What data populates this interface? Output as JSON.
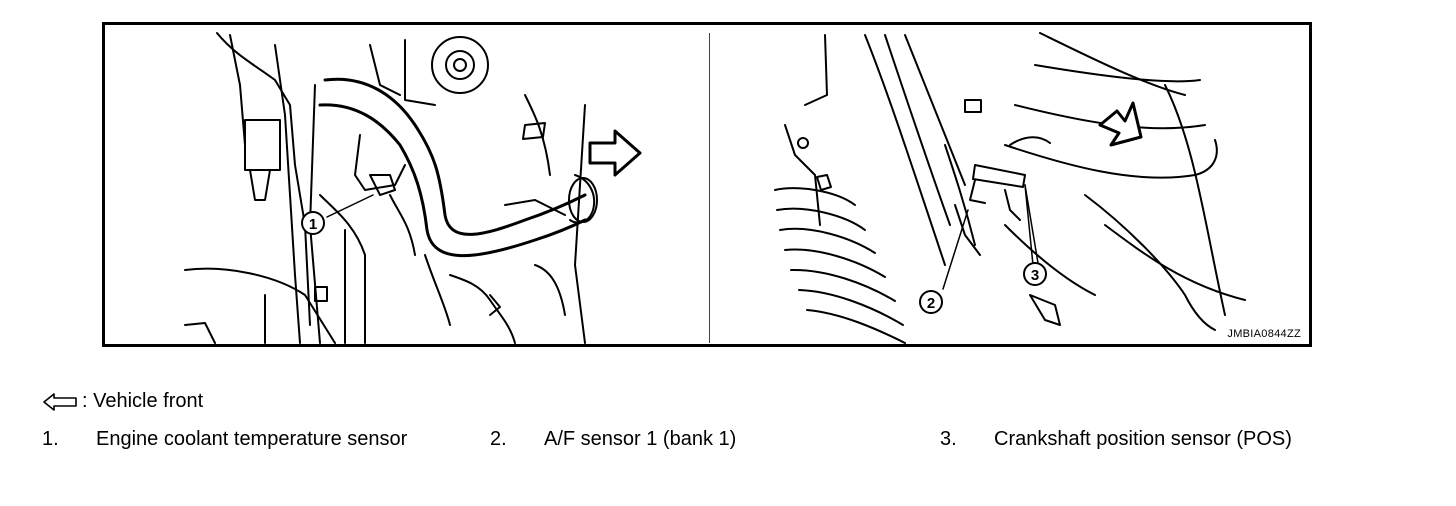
{
  "figure": {
    "id": "JMBIA0844ZZ",
    "callouts": [
      "1",
      "2",
      "3"
    ]
  },
  "legend": {
    "symbol": "open-arrow-icon",
    "text": ": Vehicle front"
  },
  "captions": [
    {
      "num": "1.",
      "label": "Engine coolant temperature sensor"
    },
    {
      "num": "2.",
      "label": "A/F sensor 1 (bank 1)"
    },
    {
      "num": "3.",
      "label": "Crankshaft position sensor (POS)"
    }
  ]
}
